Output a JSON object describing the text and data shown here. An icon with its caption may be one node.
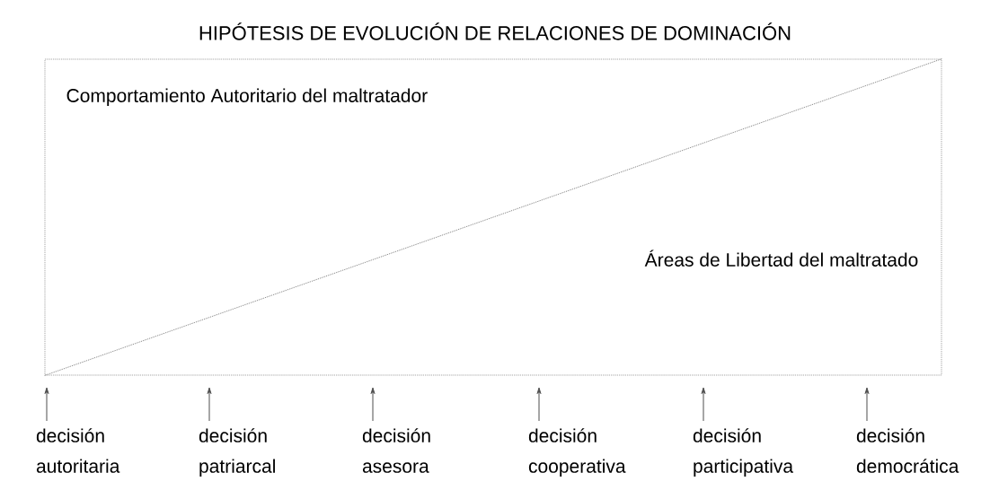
{
  "diagram": {
    "title": "HIPÓTESIS DE EVOLUCIÓN DE RELACIONES DE DOMINACIÓN",
    "nodes": [
      {
        "text": [
          "Comportamiento Autoritario del maltratador",
          "Áreas de Libertad del maltratado"
        ]
      },
      {
        "text": [
          "decisión autoritaria"
        ]
      },
      {
        "text": [
          "decisión patriarcal"
        ]
      },
      {
        "text": [
          "decisión asesora"
        ]
      },
      {
        "text": [
          "decisión cooperativa"
        ]
      },
      {
        "text": [
          "decisión participativa"
        ]
      },
      {
        "text": [
          "decisión democrática"
        ]
      }
    ],
    "edges": [
      {
        "from": 1,
        "to": 0,
        "arrow": "to"
      },
      {
        "from": 2,
        "to": 0,
        "arrow": "to"
      },
      {
        "from": 3,
        "to": 0,
        "arrow": "to"
      },
      {
        "from": 4,
        "to": 0,
        "arrow": "to"
      },
      {
        "from": 5,
        "to": 0,
        "arrow": "to"
      },
      {
        "from": 6,
        "to": 0,
        "arrow": "to"
      }
    ]
  }
}
